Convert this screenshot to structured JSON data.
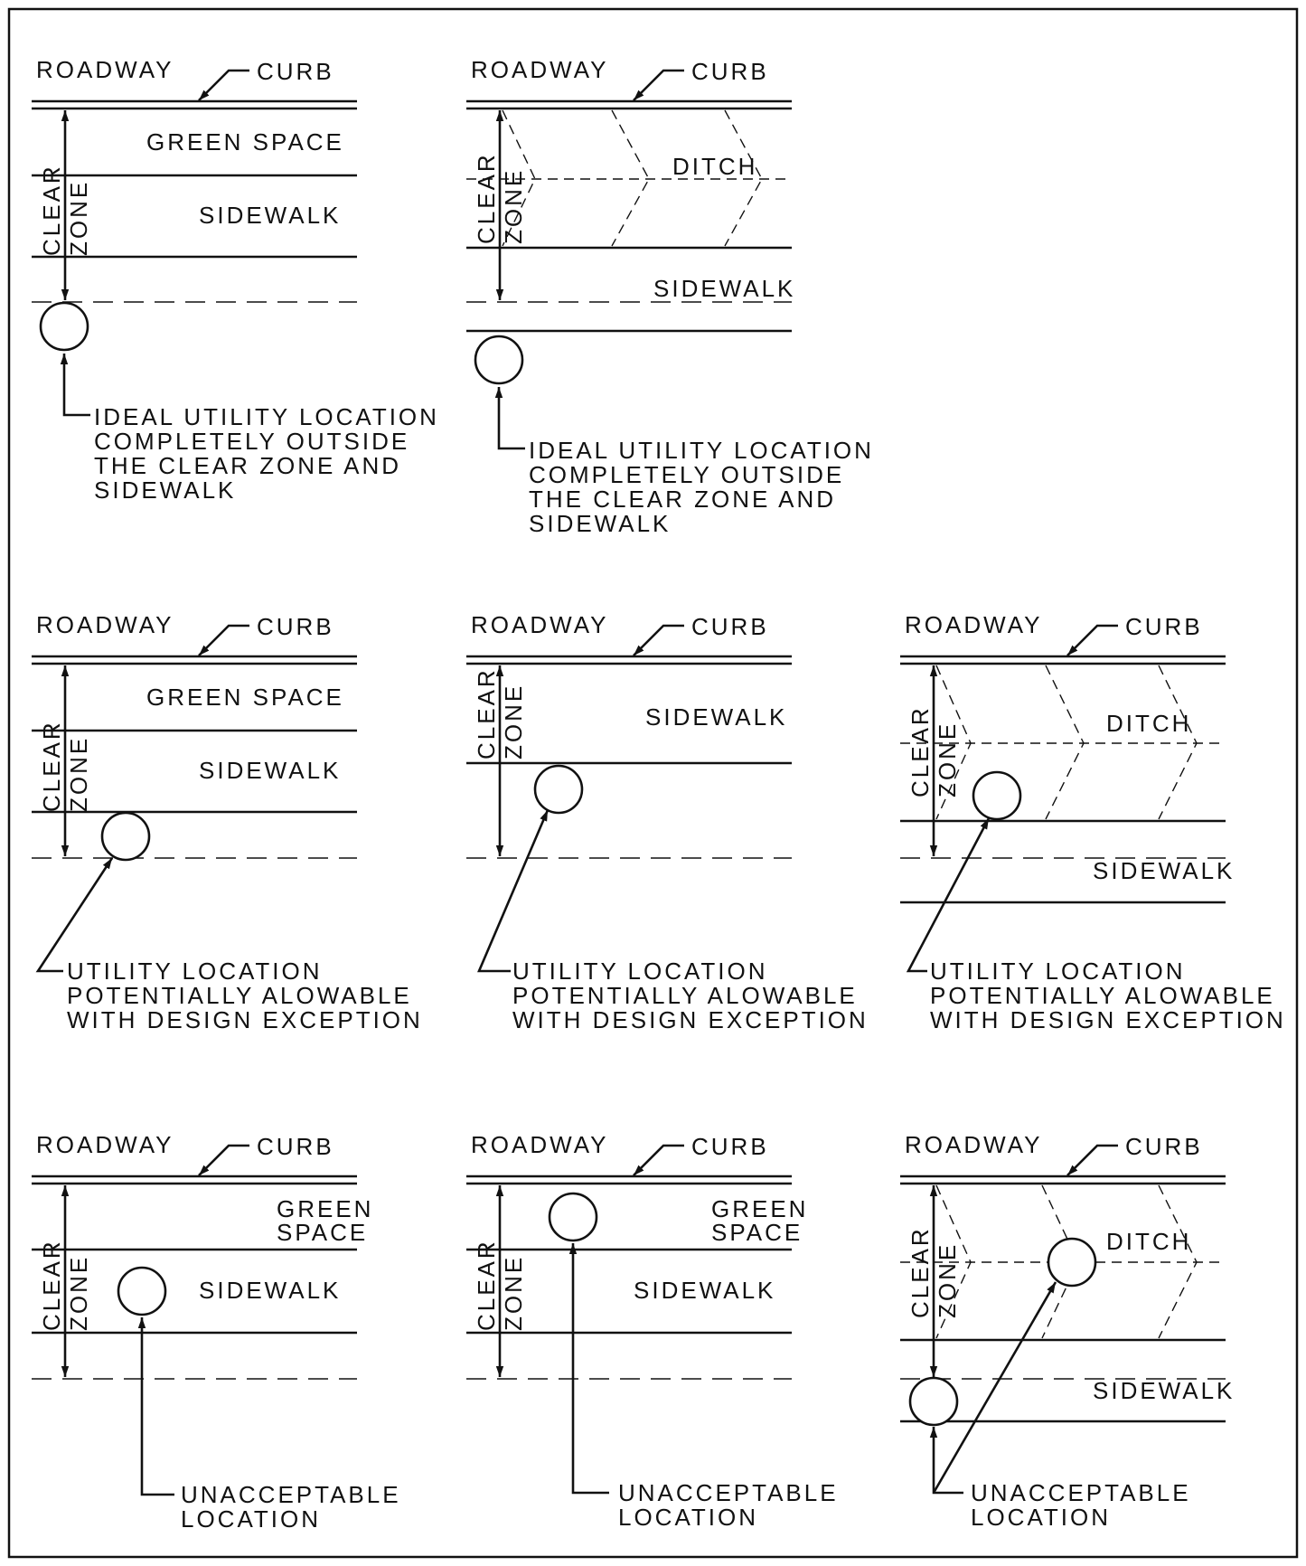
{
  "labels": {
    "roadway": "ROADWAY",
    "curb": "CURB",
    "green_space": "GREEN SPACE",
    "green": "GREEN",
    "space": "SPACE",
    "sidewalk": "SIDEWALK",
    "ditch": "DITCH",
    "clear": "CLEAR",
    "zone": "ZONE"
  },
  "notes": {
    "ideal": [
      "IDEAL UTILITY LOCATION",
      "COMPLETELY OUTSIDE",
      "THE CLEAR ZONE AND",
      "SIDEWALK"
    ],
    "potential": [
      "UTILITY LOCATION",
      "POTENTIALLY ALOWABLE",
      "WITH DESIGN EXCEPTION"
    ],
    "unacceptable": [
      "UNACCEPTABLE",
      "LOCATION"
    ]
  }
}
